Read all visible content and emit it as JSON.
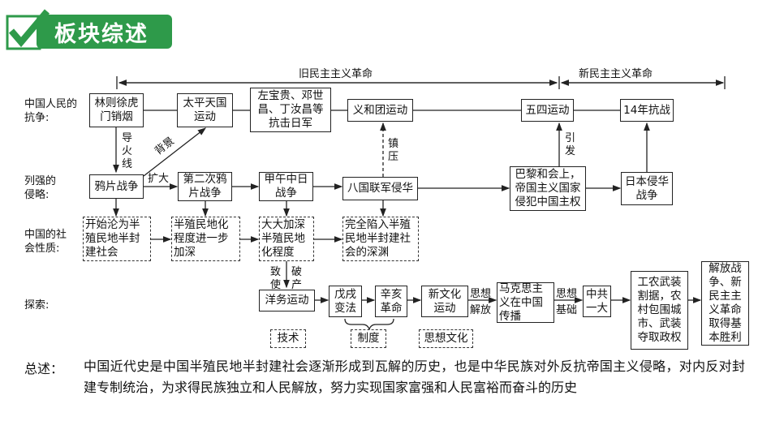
{
  "header": {
    "title": "板块综述",
    "icon": "check-icon",
    "color": "#2e9a4a"
  },
  "timeline": {
    "old": "旧民主主义革命",
    "new": "新民主主义革命"
  },
  "rows": {
    "struggle": "中国人民的抗争:",
    "aggression": "列强的侵略:",
    "nature": "中国的社会性质:",
    "explore": "探索:"
  },
  "struggle": [
    "林则徐虎门销烟",
    "太平天国运动",
    "左宝贵、邓世昌、丁汝昌等抗击日军",
    "义和团运动",
    "五四运动",
    "14年抗战"
  ],
  "aggression": [
    "鸦片战争",
    "第二次鸦片战争",
    "甲午中日战争",
    "八国联军侵华",
    "巴黎和会上，帝国主义国家侵犯中国主权",
    "日本侵华战争"
  ],
  "nature": [
    "开始沦为半殖民地半封建社会",
    "半殖民地化程度进一步加深",
    "大大加深半殖民地化程度",
    "完全陷入半殖民地半封建社会的深渊"
  ],
  "explore": [
    "洋务运动",
    "戊戌变法",
    "辛亥革命",
    "新文化运动",
    "马克思主义在中国传播",
    "中共一大",
    "工农武装割据，农村包围城市、武装夺取政权",
    "解放战争、新民主主义革命取得基本胜利"
  ],
  "categories": [
    "技术",
    "制度",
    "思想文化"
  ],
  "arrow_labels": {
    "fuse": "导火线",
    "background": "背景",
    "expand": "扩大",
    "suppress": "镇压",
    "trigger": "引发",
    "cause": "致使",
    "bankrupt": "破产",
    "liberation": "思想解放",
    "basis": "思想基础"
  },
  "summary": {
    "label": "总述：",
    "text": "中国近代史是中国半殖民地半封建社会逐渐形成到瓦解的历史，也是中华民族对外反抗帝国主义侵略，对内反对封建专制统治，为求得民族独立和人民解放，努力实现国家富强和人民富裕而奋斗的历史"
  }
}
